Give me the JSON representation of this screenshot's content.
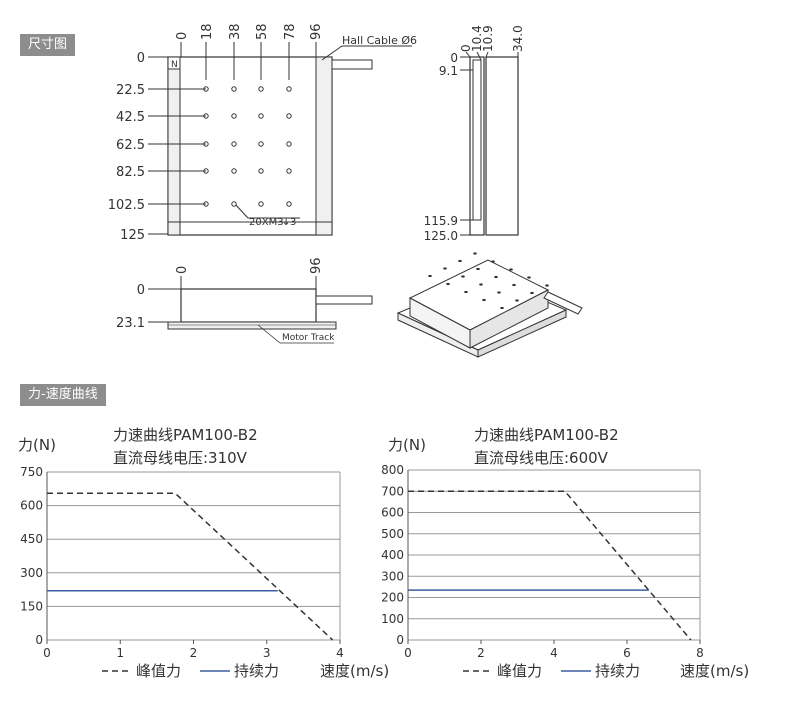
{
  "sections": {
    "dimensions": "尺寸图",
    "force_speed": "力-速度曲线"
  },
  "top_view": {
    "x_ticks": [
      "0",
      "18",
      "38",
      "58",
      "78",
      "96"
    ],
    "y_ticks": [
      "0",
      "22.5",
      "42.5",
      "62.5",
      "82.5",
      "102.5",
      "125"
    ],
    "cable_label": "Hall Cable Ø6",
    "hole_label": "20XM3",
    "hole_depth": "3",
    "north_mark": "N"
  },
  "side_view": {
    "x_ticks": [
      "0",
      "10.4",
      "10.9",
      "34.0"
    ],
    "y_ticks": [
      "0",
      "9.1",
      "115.9",
      "125.0"
    ]
  },
  "front_view": {
    "x_ticks": [
      "0",
      "96"
    ],
    "y_ticks": [
      "0",
      "23.1"
    ],
    "track_label": "Motor Track"
  },
  "chart_data": [
    {
      "type": "line",
      "title": "力速曲线PAM100-B2",
      "subtitle": "直流母线电压:310V",
      "ylabel": "力(N)",
      "xlabel": "速度(m/s)",
      "x_ticks": [
        0,
        1,
        2,
        3,
        4
      ],
      "y_ticks": [
        0,
        150,
        300,
        450,
        600,
        750
      ],
      "xlim": [
        0,
        4
      ],
      "ylim": [
        0,
        750
      ],
      "grid": "horizontal",
      "legend": "bottom",
      "series": [
        {
          "name": "峰值力",
          "style": "dashed",
          "color": "#333333",
          "points": [
            [
              0,
              655
            ],
            [
              1.75,
              655
            ],
            [
              3.9,
              0
            ]
          ]
        },
        {
          "name": "持续力",
          "style": "solid",
          "color": "#3b5fa0",
          "points": [
            [
              0,
              220
            ],
            [
              3.15,
              220
            ]
          ]
        }
      ]
    },
    {
      "type": "line",
      "title": "力速曲线PAM100-B2",
      "subtitle": "直流母线电压:600V",
      "ylabel": "力(N)",
      "xlabel": "速度(m/s)",
      "x_ticks": [
        0,
        2,
        4,
        6,
        8
      ],
      "y_ticks": [
        0,
        100,
        200,
        300,
        400,
        500,
        600,
        700,
        800
      ],
      "xlim": [
        0,
        8
      ],
      "ylim": [
        0,
        800
      ],
      "grid": "horizontal",
      "legend": "bottom",
      "series": [
        {
          "name": "峰值力",
          "style": "dashed",
          "color": "#333333",
          "points": [
            [
              0,
              700
            ],
            [
              4.3,
              700
            ],
            [
              7.75,
              0
            ]
          ]
        },
        {
          "name": "持续力",
          "style": "solid",
          "color": "#3b5fa0",
          "points": [
            [
              0,
              235
            ],
            [
              6.6,
              235
            ]
          ]
        }
      ]
    }
  ]
}
